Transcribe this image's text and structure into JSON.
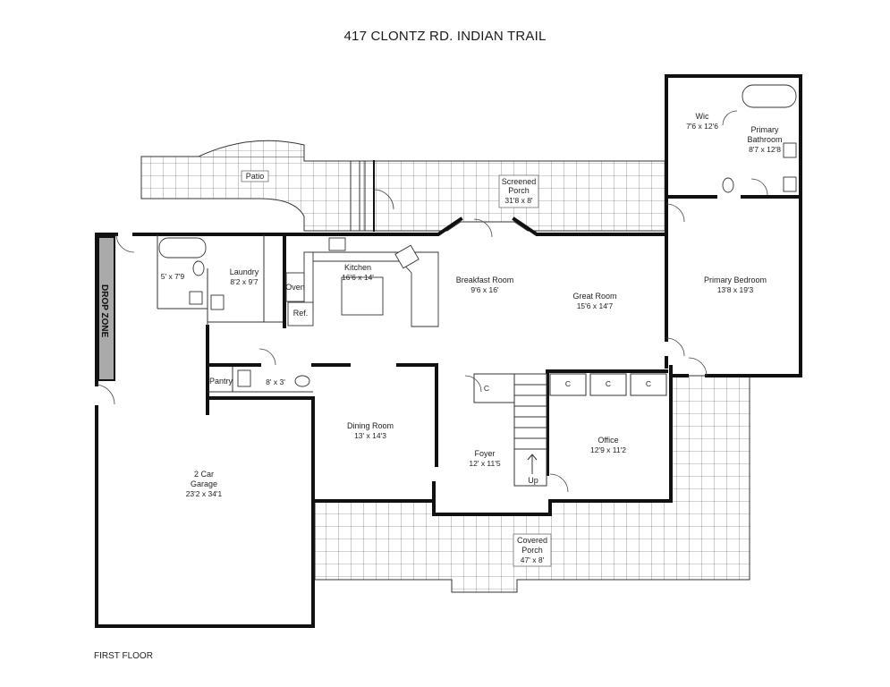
{
  "title": "417 CLONTZ RD. INDIAN TRAIL",
  "floor_label": "FIRST FLOOR",
  "drop_zone": "DROP ZONE",
  "rooms": {
    "patio": {
      "name": "Patio"
    },
    "screened_porch": {
      "name": "Screened",
      "name2": "Porch",
      "dim": "31'8 x 8'"
    },
    "wic": {
      "name": "Wic",
      "dim": "7'6 x 12'6"
    },
    "primary_bath": {
      "name": "Primary",
      "name2": "Bathroom",
      "dim": "8'7 x 12'8"
    },
    "primary_bed": {
      "name": "Primary Bedroom",
      "dim": "13'8 x 19'3"
    },
    "bath_small": {
      "dim": "5' x 7'9"
    },
    "laundry": {
      "name": "Laundry",
      "dim": "8'2 x 9'7"
    },
    "kitchen": {
      "name": "Kitchen",
      "dim": "16'6 x 14'"
    },
    "oven": {
      "name": "Oven"
    },
    "ref": {
      "name": "Ref."
    },
    "breakfast": {
      "name": "Breakfast Room",
      "dim": "9'6 x 16'"
    },
    "great_room": {
      "name": "Great Room",
      "dim": "15'6 x 14'7"
    },
    "pantry": {
      "name": "Pantry"
    },
    "half_bath": {
      "dim": "8' x 3'"
    },
    "dining": {
      "name": "Dining Room",
      "dim": "13' x 14'3"
    },
    "foyer": {
      "name": "Foyer",
      "dim": "12' x 11'5"
    },
    "up": {
      "name": "Up"
    },
    "office": {
      "name": "Office",
      "dim": "12'9 x 11'2"
    },
    "garage": {
      "name": "2 Car",
      "name2": "Garage",
      "dim": "23'2 x 34'1"
    },
    "covered_porch": {
      "name": "Covered",
      "name2": "Porch",
      "dim": "47' x 8'"
    },
    "closet_mark": {
      "name": "C"
    }
  }
}
